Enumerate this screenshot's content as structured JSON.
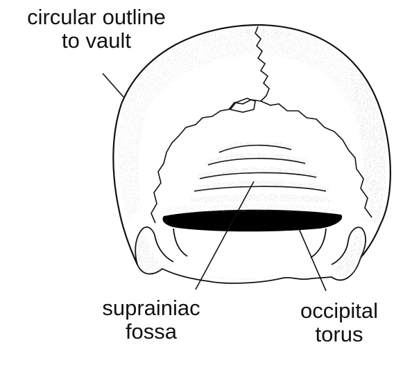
{
  "labels": {
    "vault": {
      "line1": "circular outline",
      "line2": "to vault"
    },
    "fossa": {
      "line1": "suprainiac",
      "line2": "fossa"
    },
    "torus": {
      "line1": "occipital",
      "line2": "torus"
    }
  },
  "colors": {
    "ink": "#111111",
    "paper": "#ffffff"
  }
}
